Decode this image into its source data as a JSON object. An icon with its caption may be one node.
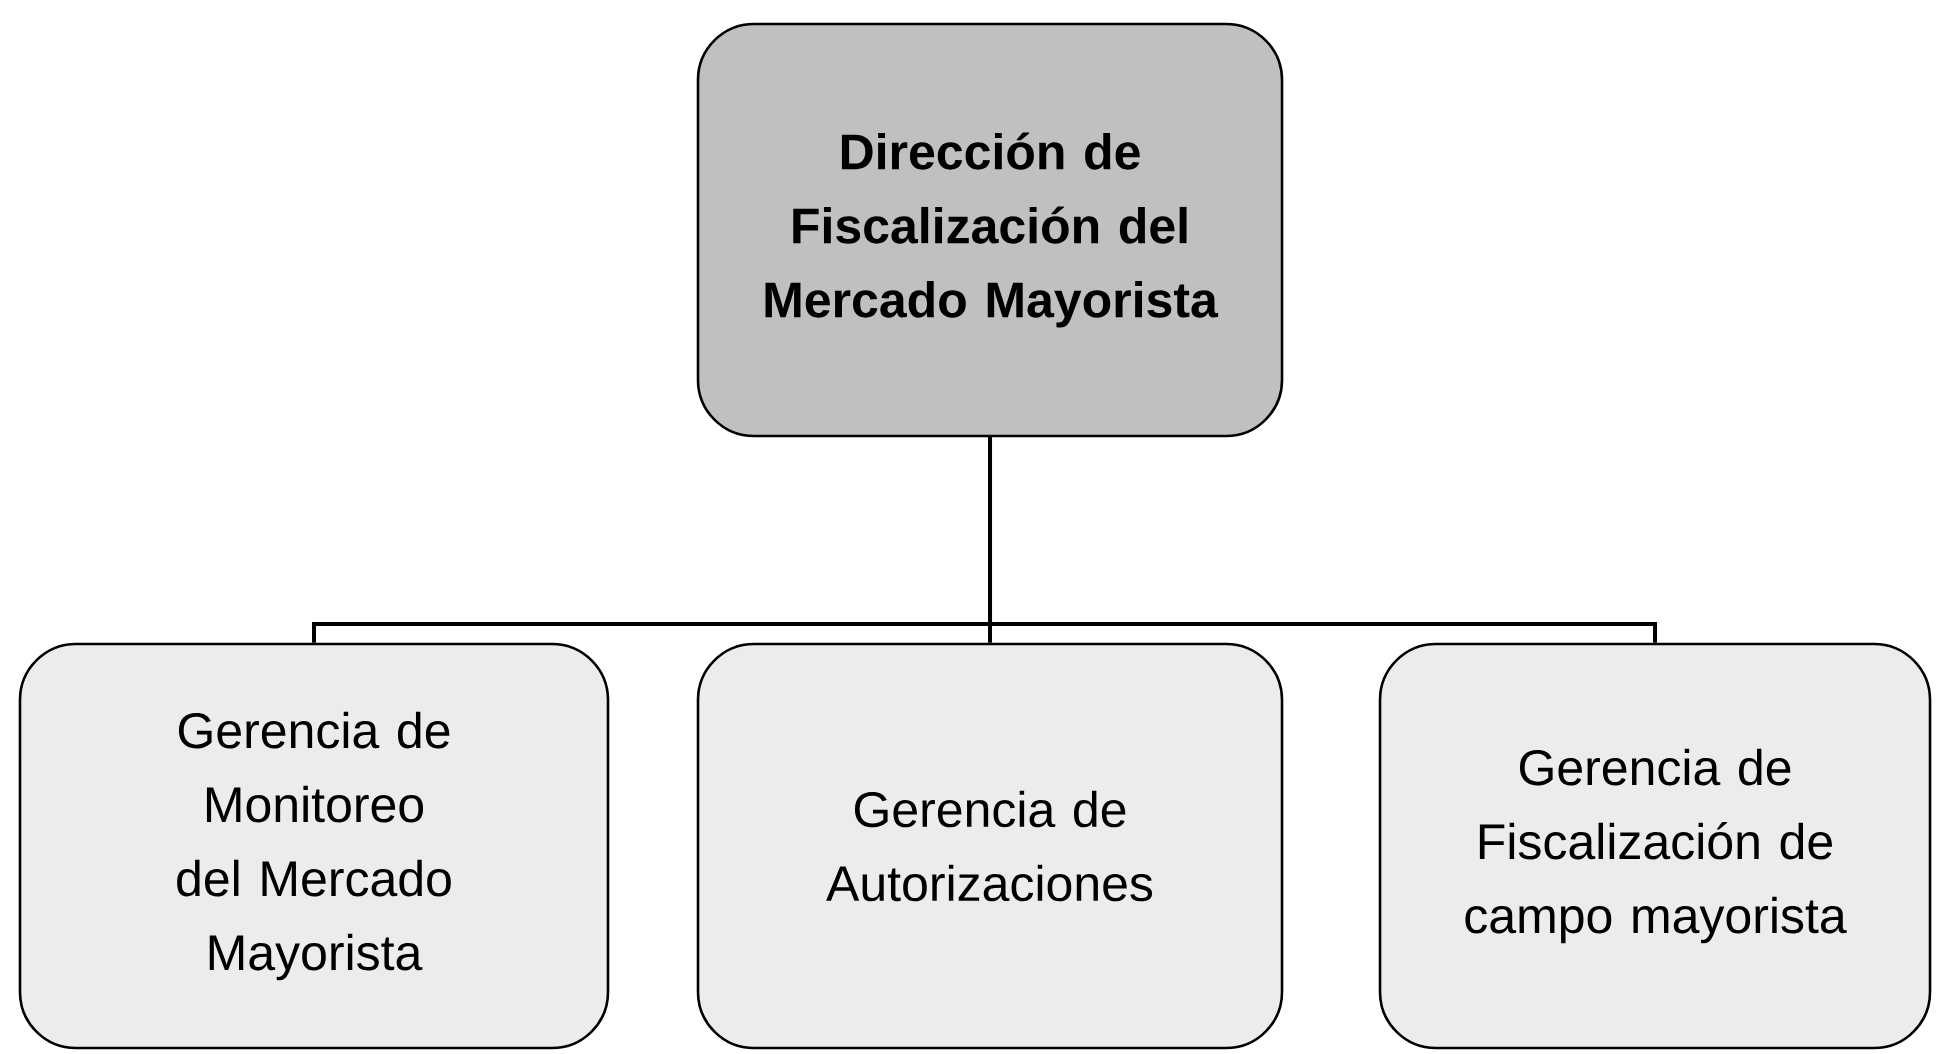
{
  "diagram": {
    "nodes": [
      {
        "text": [
          "Dirección de Fiscalización del Mercado Mayorista"
        ]
      },
      {
        "text": [
          "Gerencia de Monitoreo del Mercado Mayorista"
        ]
      },
      {
        "text": [
          "Gerencia de Autorizaciones"
        ]
      },
      {
        "text": [
          "Gerencia de Fiscalización de campo mayorista"
        ]
      }
    ],
    "edges": [
      {
        "from": 0,
        "to": 1,
        "arrow": "none"
      },
      {
        "from": 0,
        "to": 2,
        "arrow": "none"
      },
      {
        "from": 0,
        "to": 3,
        "arrow": "none"
      }
    ]
  }
}
